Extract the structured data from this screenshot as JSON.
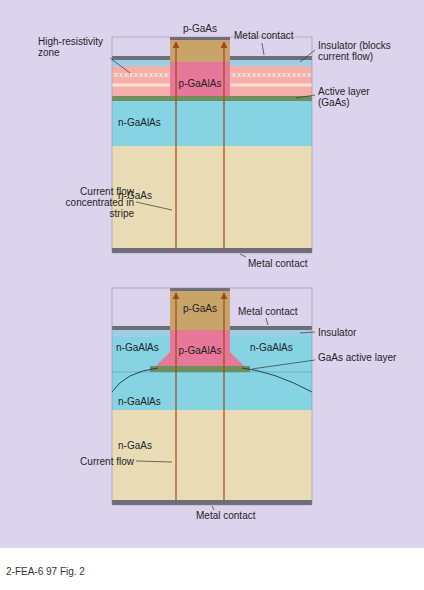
{
  "diagram": {
    "caption": "2-FEA-6 97 Fig. 2",
    "nodes": [
      {
        "text": [
          "p-GaAs"
        ]
      },
      {
        "text": [
          "p-GaAlAs"
        ]
      },
      {
        "text": [
          "n-GaAlAs"
        ]
      },
      {
        "text": [
          "n-GaAs"
        ]
      },
      {
        "text": [
          "p-GaAs"
        ]
      },
      {
        "text": [
          "p-GaAlAs"
        ]
      },
      {
        "text": [
          "n-GaAlAs"
        ]
      },
      {
        "text": [
          "n-GaAlAs"
        ]
      },
      {
        "text": [
          "n-GaAlAs"
        ]
      },
      {
        "text": [
          "n-GaAs"
        ]
      }
    ],
    "labels": [
      "High-resistivity zone",
      "Metal contact",
      "Insulator (blocks current flow)",
      "Active layer (GaAs)",
      "Current flow concentrated in stripe",
      "Metal contact",
      "Metal contact",
      "Insulator",
      "GaAs active layer",
      "Current flow",
      "Metal contact"
    ]
  }
}
